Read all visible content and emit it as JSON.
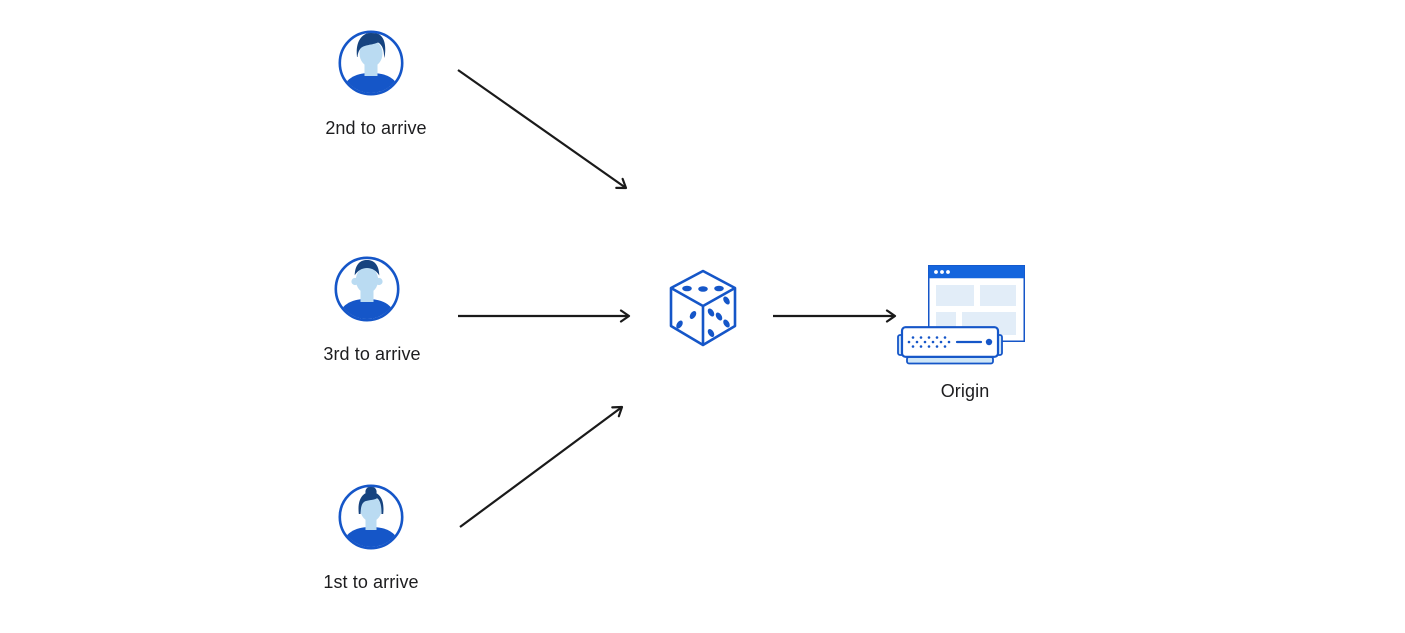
{
  "page": {
    "background": "#ffffff",
    "type": "routing-diagram"
  },
  "colors": {
    "accent_blue": "#1556c8",
    "hair_navy": "#16437f",
    "face_blue": "#badbf2",
    "light_blue_fill": "#cfe6f7",
    "panel_blue": "#e2edf8",
    "browser_header_blue": "#1465dd",
    "arrow_black": "#1a1a1a",
    "label_text": "#1d1d1f"
  },
  "nodes": {
    "visitor_second": {
      "label": "2nd to arrive",
      "icon": "avatar-man-swept-hair-icon"
    },
    "visitor_third": {
      "label": "3rd to arrive",
      "icon": "avatar-man-short-hair-icon"
    },
    "visitor_first": {
      "label": "1st to arrive",
      "icon": "avatar-woman-bun-icon"
    },
    "selector": {
      "label": "",
      "icon": "dice-icon"
    },
    "origin": {
      "label": "Origin",
      "icon": "origin-server-icon"
    }
  },
  "edges": [
    {
      "from": "visitor_second",
      "to": "selector"
    },
    {
      "from": "visitor_third",
      "to": "selector"
    },
    {
      "from": "visitor_first",
      "to": "selector"
    },
    {
      "from": "selector",
      "to": "origin"
    }
  ]
}
